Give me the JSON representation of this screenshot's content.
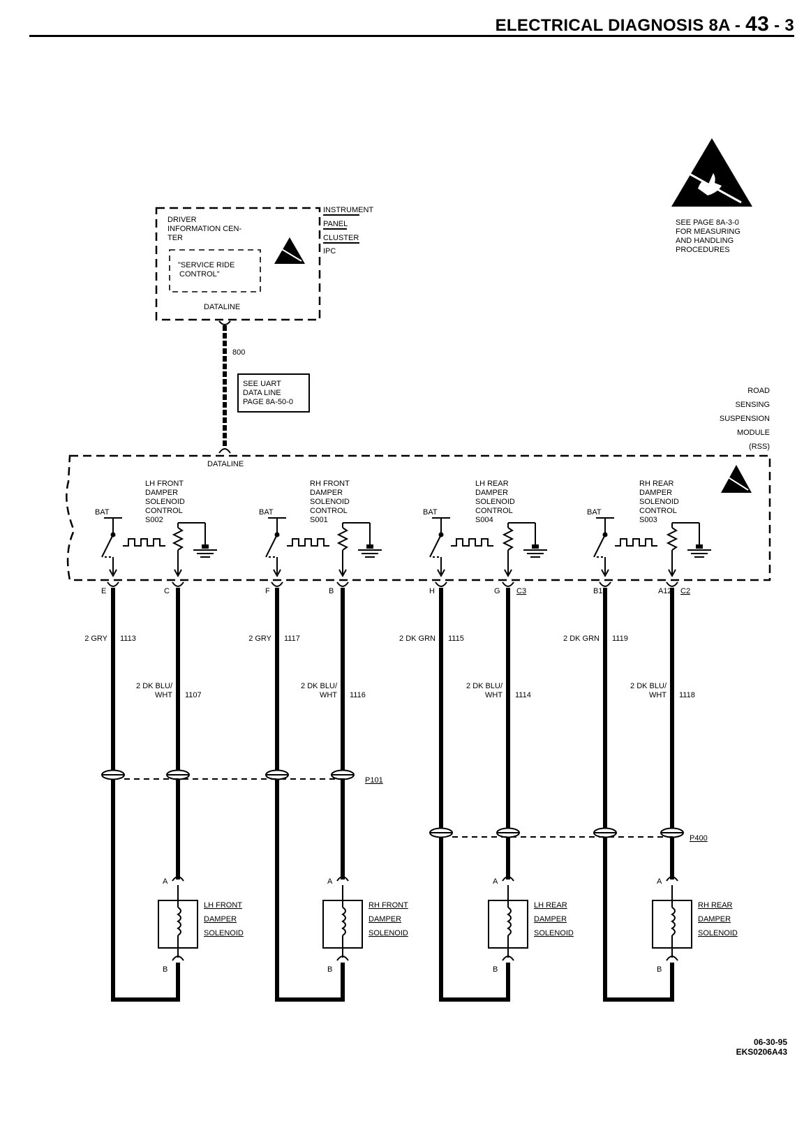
{
  "header": {
    "section": "ELECTRICAL DIAGNOSIS 8A",
    "dash1": "-",
    "page_major": "43",
    "dash2": "-",
    "page_minor": "3"
  },
  "esd_note": [
    "SEE PAGE 8A-3-0",
    "FOR MEASURING",
    "AND HANDLING",
    "PROCEDURES"
  ],
  "ipc": {
    "name_lines": [
      "INSTRUMENT",
      "PANEL",
      "CLUSTER",
      "IPC"
    ],
    "dic_lines": [
      "DRIVER",
      "INFORMATION CEN-",
      "TER"
    ],
    "message_lines": [
      "\"SERVICE RIDE",
      "CONTROL\""
    ],
    "dataline": "DATALINE"
  },
  "dataline_wire": {
    "circuit": "800",
    "ref_lines": [
      "SEE UART",
      "DATA LINE",
      "PAGE 8A-50-0"
    ]
  },
  "rss": {
    "name_lines": [
      "ROAD",
      "SENSING",
      "SUSPENSION",
      "MODULE",
      "(RSS)"
    ],
    "dataline": "DATALINE",
    "bat": "BAT"
  },
  "channels": [
    {
      "control_lines": [
        "LH FRONT",
        "DAMPER",
        "SOLENOID",
        "CONTROL",
        "S002"
      ],
      "pwr_pin": "E",
      "ctl_pin": "C",
      "ctl_conn": "",
      "pwr_wire": "2 GRY",
      "pwr_circuit": "1113",
      "ctl_wire": [
        "2 DK BLU/",
        "WHT"
      ],
      "ctl_circuit": "1107",
      "solenoid_lines": [
        "LH FRONT",
        "DAMPER",
        "SOLENOID"
      ],
      "term_a": "A",
      "term_b": "B"
    },
    {
      "control_lines": [
        "RH FRONT",
        "DAMPER",
        "SOLENOID",
        "CONTROL",
        "S001"
      ],
      "pwr_pin": "F",
      "ctl_pin": "B",
      "ctl_conn": "",
      "pwr_wire": "2 GRY",
      "pwr_circuit": "1117",
      "ctl_wire": [
        "2 DK BLU/",
        "WHT"
      ],
      "ctl_circuit": "1116",
      "solenoid_lines": [
        "RH FRONT",
        "DAMPER",
        "SOLENOID"
      ],
      "term_a": "A",
      "term_b": "B"
    },
    {
      "control_lines": [
        "LH REAR",
        "DAMPER",
        "SOLENOID",
        "CONTROL",
        "S004"
      ],
      "pwr_pin": "H",
      "ctl_pin": "G",
      "ctl_conn": "C3",
      "pwr_wire": "2 DK GRN",
      "pwr_circuit": "1115",
      "ctl_wire": [
        "2 DK BLU/",
        "WHT"
      ],
      "ctl_circuit": "1114",
      "solenoid_lines": [
        "LH REAR",
        "DAMPER",
        "SOLENOID"
      ],
      "term_a": "A",
      "term_b": "B"
    },
    {
      "control_lines": [
        "RH REAR",
        "DAMPER",
        "SOLENOID",
        "CONTROL",
        "S003"
      ],
      "pwr_pin": "B1",
      "ctl_pin": "A12",
      "ctl_conn": "C2",
      "pwr_wire": "2 DK GRN",
      "pwr_circuit": "1119",
      "ctl_wire": [
        "2 DK BLU/",
        "WHT"
      ],
      "ctl_circuit": "1118",
      "solenoid_lines": [
        "RH REAR",
        "DAMPER",
        "SOLENOID"
      ],
      "term_a": "A",
      "term_b": "B"
    }
  ],
  "connectors": {
    "front": "P101",
    "rear": "P400"
  },
  "footer": {
    "date": "06-30-95",
    "code": "EKS0206A43"
  }
}
